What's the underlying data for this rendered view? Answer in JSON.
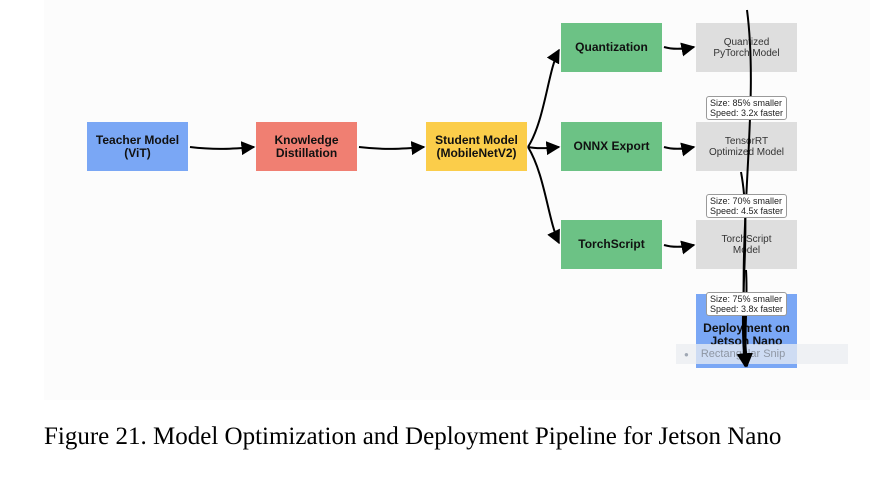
{
  "nodes": {
    "teacher": "Teacher Model\n(ViT)",
    "distillation": "Knowledge\nDistillation",
    "student": "Student Model\n(MobileNetV2)",
    "quantization": "Quantization",
    "onnx": "ONNX Export",
    "torchscript": "TorchScript",
    "quantized_model": "Quantized\nPyTorch Model",
    "tensorrt_model": "TensorRT\nOptimized Model",
    "torchscript_model": "TorchScript\nModel",
    "deployment": "Deployment on\nJetson Nano"
  },
  "metrics": [
    {
      "size": "Size: 85% smaller",
      "speed": "Speed: 3.2x faster"
    },
    {
      "size": "Size: 70% smaller",
      "speed": "Speed: 4.5x faster"
    },
    {
      "size": "Size: 75% smaller",
      "speed": "Speed: 3.8x faster"
    }
  ],
  "overlay": {
    "snip_label": "Rectangular Snip"
  },
  "caption": "Figure 21. Model Optimization and Deployment Pipeline for Jetson Nano",
  "colors": {
    "teacher": "#7aa7f5",
    "distillation": "#f07f72",
    "student": "#fbcd4a",
    "optimization": "#6cc285",
    "output": "#dedede",
    "deployment": "#7aa7f5"
  }
}
